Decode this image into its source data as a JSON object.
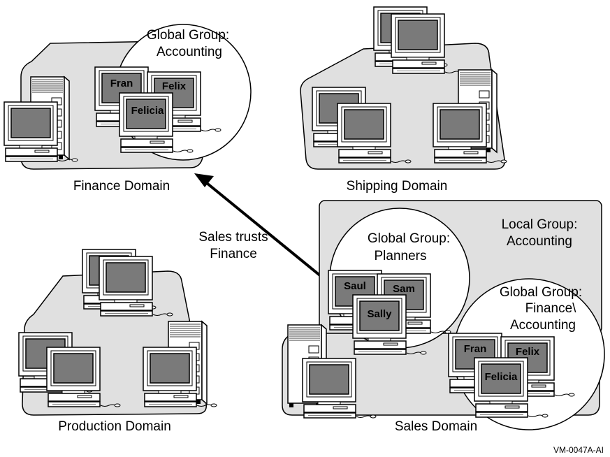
{
  "domains": {
    "finance": "Finance Domain",
    "shipping": "Shipping Domain",
    "production": "Production Domain",
    "sales": "Sales Domain"
  },
  "groups": {
    "finance_accounting": [
      "Global Group:",
      "Accounting"
    ],
    "planners": [
      "Global Group:",
      "Planners"
    ],
    "local_accounting": [
      "Local Group:",
      "Accounting"
    ],
    "finance_accounting_ref": [
      "Global Group:",
      "Finance\\",
      "Accounting"
    ]
  },
  "trust": [
    "Sales trusts",
    "Finance"
  ],
  "users": {
    "finance": [
      "Fran",
      "Felix",
      "Felicia"
    ],
    "planners": [
      "Saul",
      "Sam",
      "Sally"
    ],
    "sales_accounting": [
      "Fran",
      "Felix",
      "Felicia"
    ]
  },
  "figure_id": "VM-0047A-AI",
  "colors": {
    "region_fill": "#e0e0e0",
    "screen_fill": "#7a7a7a",
    "outline": "#000000"
  }
}
